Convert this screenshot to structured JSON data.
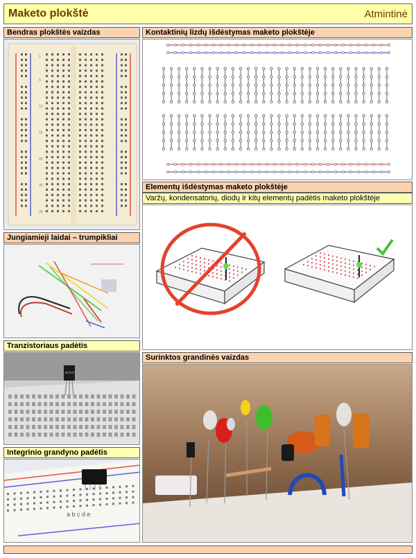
{
  "header": {
    "title": "Maketo plokštė",
    "badge": "Atmintinė"
  },
  "sections": {
    "overview": "Bendras plokštės vaizdas",
    "layout": "Kontaktinių lizdų išdėstymas maketo plokštėje",
    "elements": "Elementų išdėstymas maketo plokštėje",
    "elements_sub": "Varžų, kondensatorių, diodų ir kitų elementų padėtis maketo plokštėje",
    "jumpers": "Jungiamieji laidai – trumpikliai",
    "transistor": "Tranzistoriaus padėtis",
    "assembled": "Surinktos grandinės vaizdas",
    "ic": "Integrinio grandyno padėtis"
  },
  "breadboard_labels": {
    "numbers": [
      "1",
      "5",
      "10",
      "15",
      "20",
      "25",
      "30"
    ],
    "letters": "a b c d e",
    "transistor_mark": "BC547"
  },
  "colors": {
    "header_bg": "#ffffa8",
    "title_text": "#6b3b00",
    "peach": "#fbd3b1",
    "yellow": "#ffffb3",
    "rail_red": "#e0504b",
    "rail_blue": "#5a5fd6"
  },
  "icons": {
    "wrong": "crossed-circle-icon",
    "right": "check-mark-icon"
  }
}
